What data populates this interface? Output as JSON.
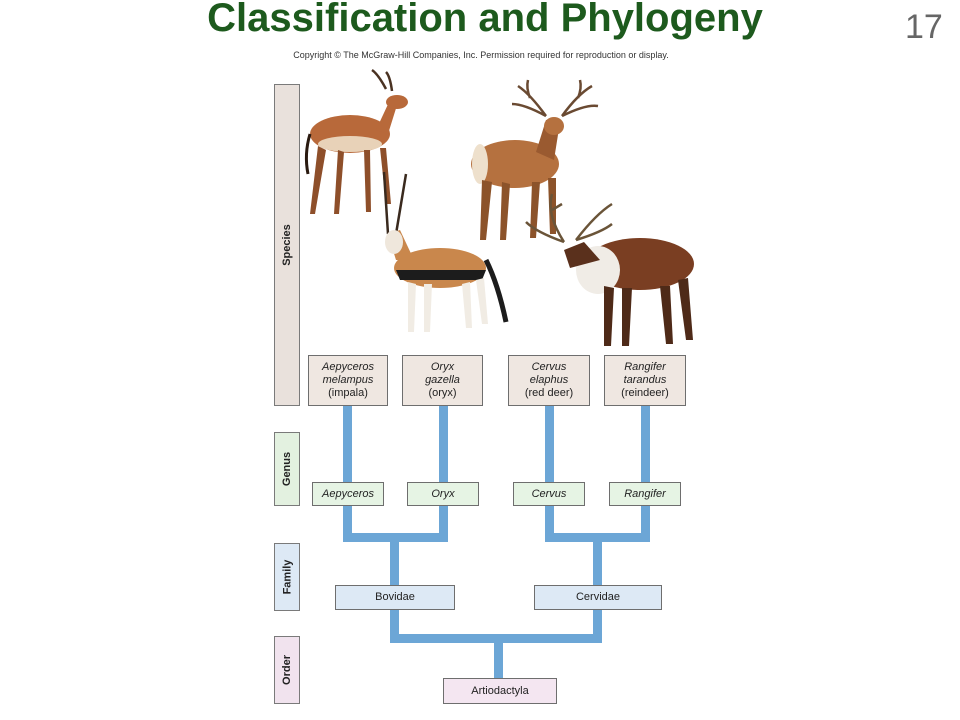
{
  "slide": {
    "title": "Classification and Phylogeny",
    "number": "17"
  },
  "copyright": "Copyright © The McGraw-Hill Companies, Inc. Permission required for reproduction or display.",
  "ranks": {
    "species": "Species",
    "genus": "Genus",
    "family": "Family",
    "order": "Order"
  },
  "species": [
    {
      "line1": "Aepyceros",
      "line2": "melampus",
      "common": "(impala)"
    },
    {
      "line1": "Oryx",
      "line2": "gazella",
      "common": "(oryx)"
    },
    {
      "line1": "Cervus",
      "line2": "elaphus",
      "common": "(red deer)"
    },
    {
      "line1": "Rangifer",
      "line2": "tarandus",
      "common": "(reindeer)"
    }
  ],
  "genera": [
    "Aepyceros",
    "Oryx",
    "Cervus",
    "Rangifer"
  ],
  "families": [
    "Bovidae",
    "Cervidae"
  ],
  "order": "Artiodactyla",
  "colors": {
    "title": "#1d5a1d",
    "connector": "#6ca6d6",
    "species_box": "#efe7e1",
    "genus_box": "#e6f4e4",
    "family_box": "#dde9f5",
    "order_box": "#f4e6f1"
  },
  "animals": [
    "impala-illustration",
    "red-deer-illustration",
    "oryx-illustration",
    "reindeer-illustration"
  ]
}
